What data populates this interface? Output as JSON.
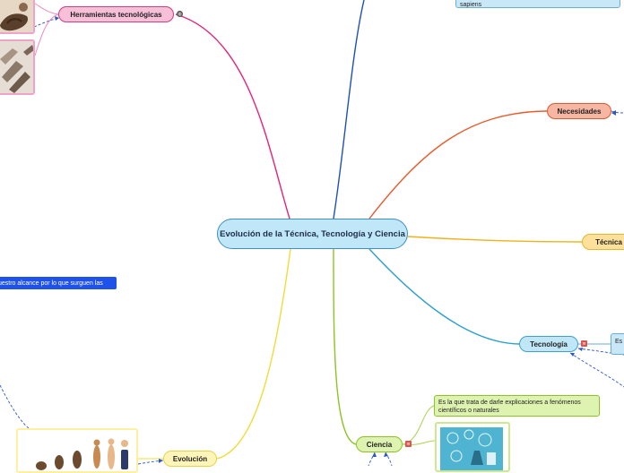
{
  "central": {
    "title": "Evolución de la Técnica, Tecnología y Ciencia"
  },
  "nodes": {
    "herramientas": "Herramientas tecnológicas",
    "necesidades": "Necesidades",
    "tecnica": "Técnica",
    "tecnologia": "Tecnología",
    "ciencia": "Ciencia",
    "evolucion": "Evolución"
  },
  "descriptions": {
    "sapiens": "sapiens",
    "alcance": "uestro alcance por lo que surguen las",
    "tecnologia": "Es técn",
    "ciencia": "Es la que trata de darle explicaciones a fenómenos científicos o naturales"
  },
  "icons": {
    "link": "globe-link-icon",
    "note": "note-icon"
  },
  "colors": {
    "central": "#3f8fc0",
    "herramientas": "#d23c82",
    "necesidades": "#dc5a32",
    "tecnica": "#e8b52b",
    "tecnologia": "#2b9fd0",
    "ciencia": "#8cc426",
    "evolucion": "#e8d24a",
    "top_branch": "#1f4fb8",
    "relation": "#2b56c8"
  }
}
